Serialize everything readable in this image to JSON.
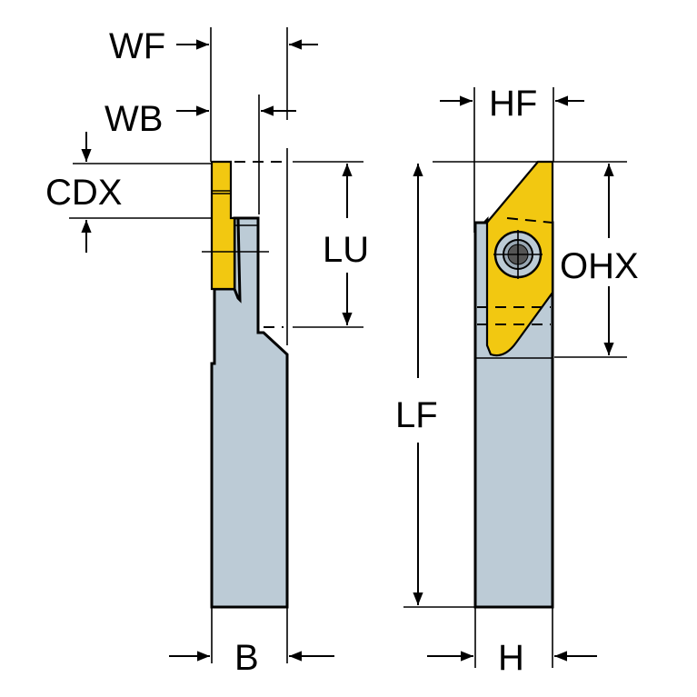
{
  "diagram": {
    "title": "Parting/grooving tool holder dimension drawing",
    "colors": {
      "holder": "#bccbd6",
      "insert": "#f2c811",
      "lines": "#000000"
    },
    "labels": {
      "wf": "WF",
      "wb": "WB",
      "cdx": "CDX",
      "lu": "LU",
      "lf": "LF",
      "b": "B",
      "hf": "HF",
      "ohx": "OHX",
      "h": "H"
    }
  }
}
